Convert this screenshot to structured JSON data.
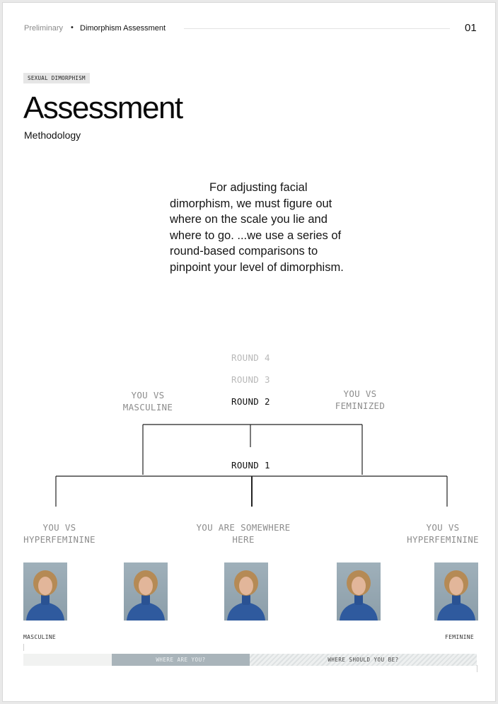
{
  "header": {
    "breadcrumb_prev": "Preliminary",
    "breadcrumb_sep": "•",
    "breadcrumb_current": "Dimorphism Assessment",
    "page_number": "01"
  },
  "tag": "SEXUAL DIMORPHISM",
  "title": "Assessment",
  "subtitle": "Methodology",
  "intro": "For adjusting facial dimorphism, we must figure out where on the scale you lie and where to go. ...we use a series of round-based comparisons to pinpoint your level of dimorphism.",
  "rounds": {
    "round4": "ROUND 4",
    "round3": "ROUND 3",
    "round2": "ROUND 2",
    "round1": "ROUND 1"
  },
  "round2_labels": {
    "left": [
      "YOU VS",
      "MASCULINE"
    ],
    "right": [
      "YOU VS",
      "FEMINIZED"
    ]
  },
  "round1_labels": {
    "left": [
      "YOU VS",
      "HYPERFEMININE"
    ],
    "center": [
      "YOU ARE SOMEWHERE",
      "HERE"
    ],
    "right": [
      "YOU VS",
      "HYPERFEMININE"
    ]
  },
  "scale": {
    "left_label": "MASCULINE",
    "right_label": "FEMININE",
    "current_label": "WHERE ARE YOU?",
    "target_label": "WHERE SHOULD YOU BE?"
  },
  "colors": {
    "current_segment": "#a9b4ba",
    "photo_background": "#96a7b1",
    "sweater": "#2f5a9e"
  }
}
